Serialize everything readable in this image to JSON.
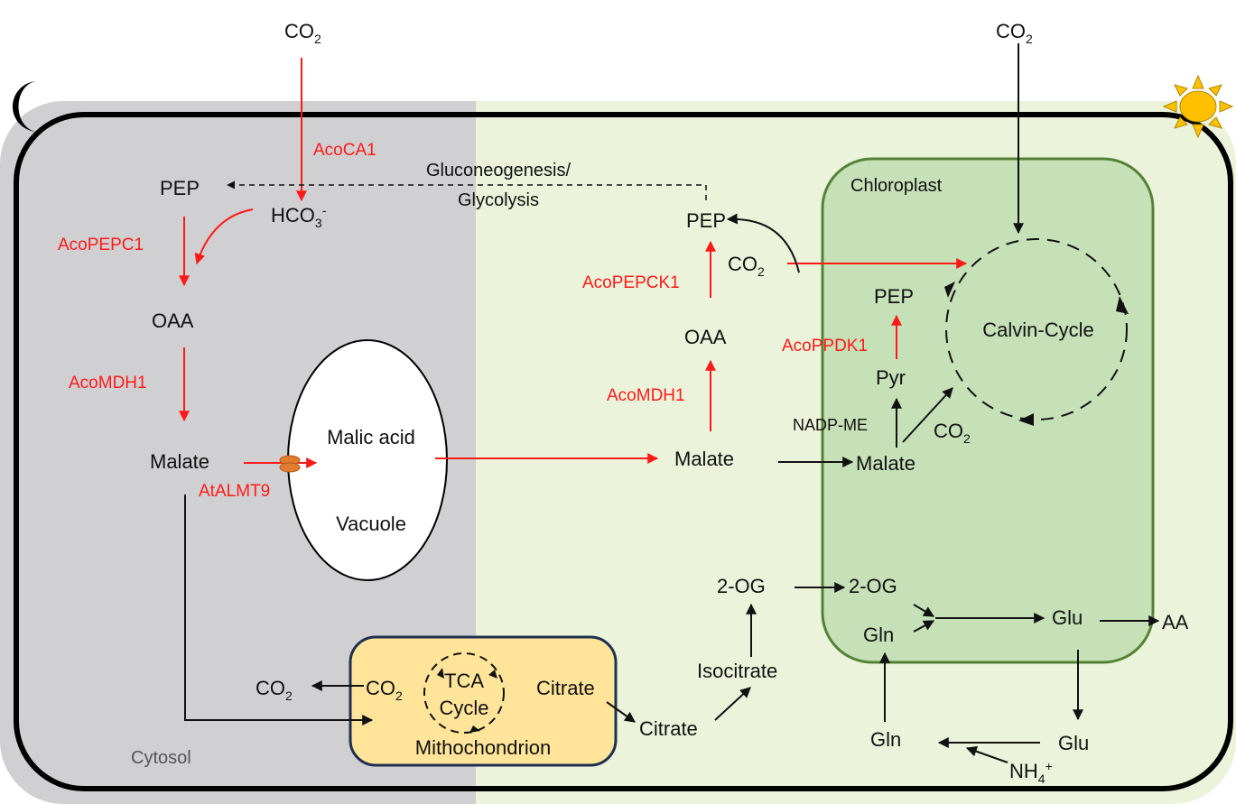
{
  "colors": {
    "cytosol_night": "#d0cfd1",
    "cytosol_day": "#ebf3da",
    "chloroplast_fill": "#c6e0b8",
    "chloroplast_stroke": "#548235",
    "mitochondrion_fill": "#ffe49a",
    "mitochondrion_stroke": "#1f2f50",
    "enzyme_red": "#ff1a1a",
    "sun": "#ffc000"
  },
  "icons": {
    "night": "moon-icon",
    "day": "sun-icon"
  },
  "compartments": {
    "cytosol": "Cytosol",
    "vacuole": "Vacuole",
    "chloroplast": "Chloroplast",
    "mitochondrion": "Mithochondrion"
  },
  "night": {
    "co2_top": "CO",
    "pep": "PEP",
    "hco3": "HCO",
    "oaa": "OAA",
    "malate": "Malate",
    "malic_acid": "Malic acid",
    "process": {
      "line1": "Gluconeogenesis/",
      "line2": "Glycolysis"
    },
    "enzymes": {
      "ca": "AcoCA1",
      "pepc": "AcoPEPC1",
      "mdh": "AcoMDH1",
      "almt": "AtALMT9"
    }
  },
  "day": {
    "co2_top": "CO",
    "pep": "PEP",
    "co2_pepck": "CO",
    "oaa": "OAA",
    "malate": "Malate",
    "chl_pep": "PEP",
    "pyr": "Pyr",
    "chl_malate": "Malate",
    "chl_co2": "CO",
    "calvin": "Calvin-Cycle",
    "nadp_me": "NADP-ME",
    "enzymes": {
      "pepck": "AcoPEPCK1",
      "ppdk": "AcoPPDK1",
      "mdh": "AcoMDH1"
    }
  },
  "tca": {
    "co2_out": "CO",
    "co2_in": "CO",
    "cycle_line1": "TCA",
    "cycle_line2": "Cycle",
    "citrate_in": "Citrate",
    "citrate_out": "Citrate",
    "isocitrate": "Isocitrate",
    "og_cyt": "2-OG",
    "og_chl": "2-OG",
    "gln_chl": "Gln",
    "glu_chl": "Glu",
    "aa": "AA",
    "gln_cyt": "Gln",
    "glu_cyt": "Glu",
    "nh4": "NH"
  },
  "subscripts": {
    "two": "2",
    "three": "3",
    "four": "4",
    "minus": "-",
    "plus": "+"
  }
}
